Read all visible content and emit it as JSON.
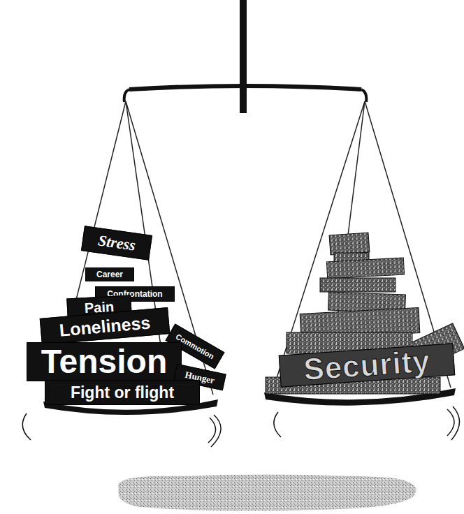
{
  "diagram": {
    "nodes": [
      {
        "text": [
          "Stress"
        ]
      },
      {
        "text": [
          "Career"
        ]
      },
      {
        "text": [
          "Confrontation"
        ]
      },
      {
        "text": [
          "Pain"
        ]
      },
      {
        "text": [
          "Loneliness"
        ]
      },
      {
        "text": [
          "Commotion"
        ]
      },
      {
        "text": [
          "Tension"
        ]
      },
      {
        "text": [
          "Hunger"
        ]
      },
      {
        "text": [
          "Fight or flight"
        ]
      },
      {
        "text": [
          "Security"
        ]
      }
    ]
  }
}
